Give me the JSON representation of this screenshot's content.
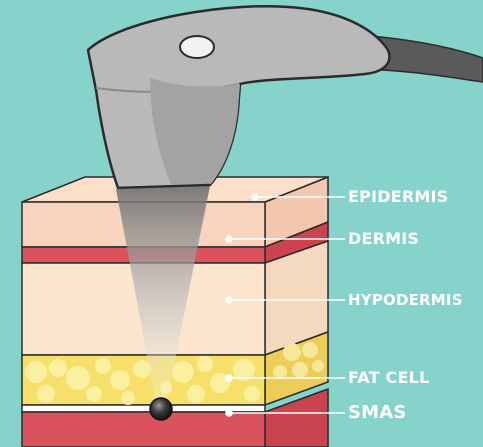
{
  "colors": {
    "background": "#86d3cc",
    "device_body": "#b9b9b9",
    "outline": "#2b2b2b",
    "epidermis": "#f8d3bd",
    "dermis": "#d9525c",
    "hypodermis": "#fbe6cd",
    "fat_cell": "#f7e06a",
    "smas": "#d9525c",
    "label_text": "#ffffff"
  },
  "labels": {
    "epidermis": "EPIDERMIS",
    "dermis": "DERMIS",
    "hypodermis": "HYPODERMIS",
    "fat_cell": "FAT CELL",
    "smas": "SMAS"
  },
  "icons": {
    "device": "ultrasound-handpiece-icon",
    "focus_point": "focal-point-icon"
  }
}
